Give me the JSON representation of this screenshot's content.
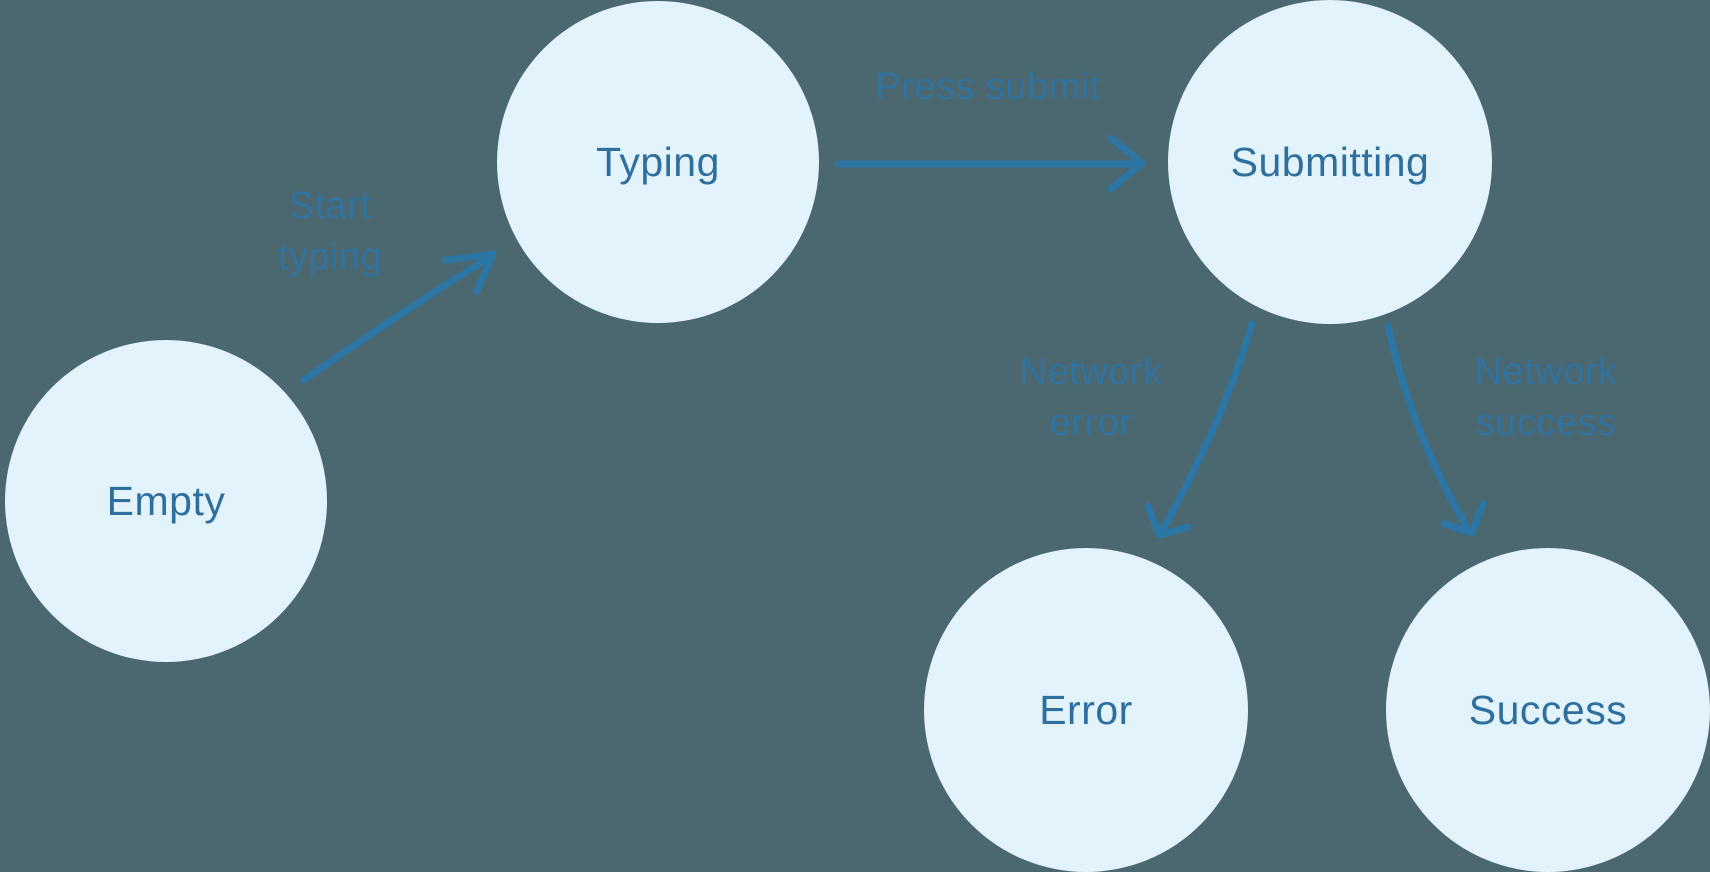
{
  "diagram_type": "state-machine",
  "nodes": [
    {
      "id": "empty",
      "label": "Empty"
    },
    {
      "id": "typing",
      "label": "Typing"
    },
    {
      "id": "submitting",
      "label": "Submitting"
    },
    {
      "id": "error",
      "label": "Error"
    },
    {
      "id": "success",
      "label": "Success"
    }
  ],
  "edges": [
    {
      "id": "start-typing",
      "label": "Start typing",
      "from": "empty",
      "to": "typing"
    },
    {
      "id": "press-submit",
      "label": "Press submit",
      "from": "typing",
      "to": "submitting"
    },
    {
      "id": "network-error",
      "label": "Network error",
      "from": "submitting",
      "to": "error"
    },
    {
      "id": "network-success",
      "label": "Network success",
      "from": "submitting",
      "to": "success"
    }
  ],
  "colors": {
    "background": "#4B6770",
    "node_fill": "#E3F3FC",
    "node_text": "#2E6F9E",
    "arrow": "#2C76A6",
    "edge_label": "#2F74A3"
  }
}
